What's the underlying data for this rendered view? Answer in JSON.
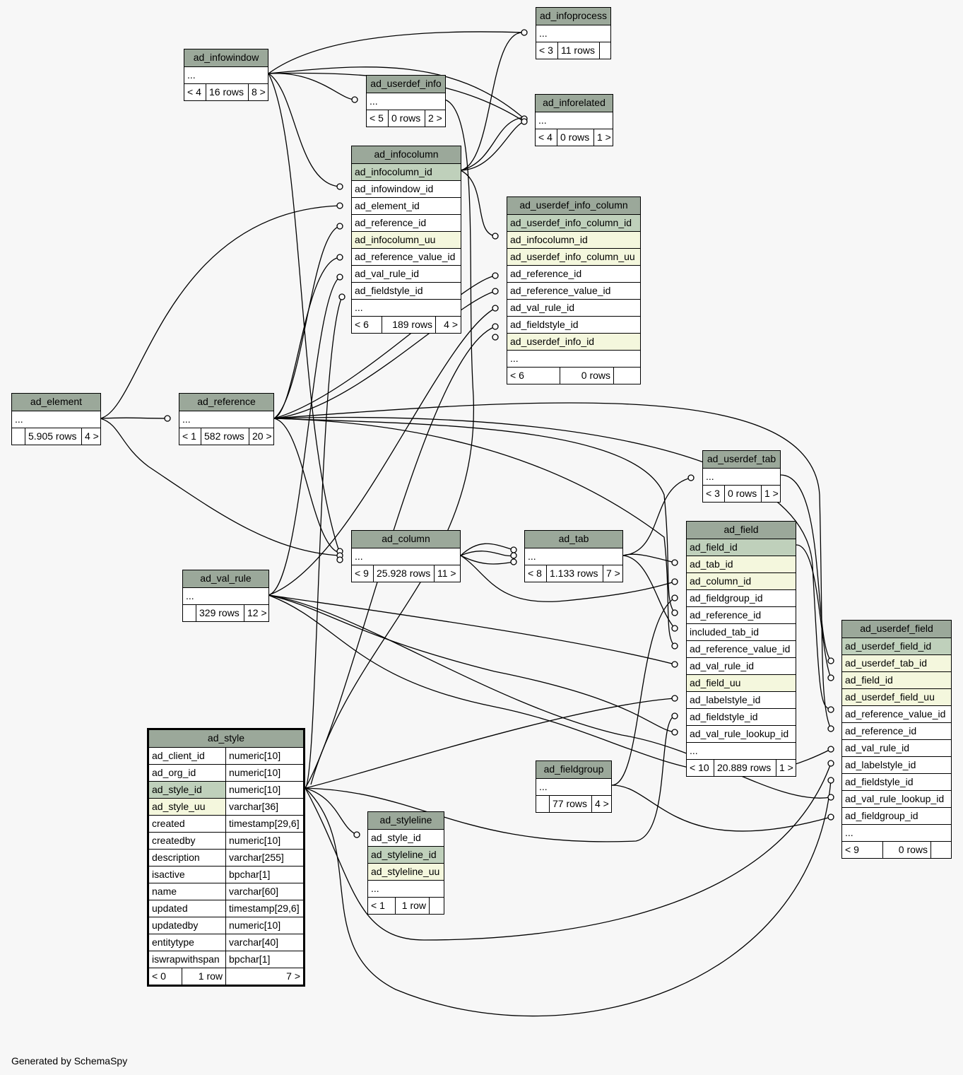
{
  "footer": "Generated by SchemaSpy",
  "tables": {
    "ad_infoprocess": {
      "name": "ad_infoprocess",
      "rows": [
        "..."
      ],
      "foot": [
        "< 3",
        "11 rows",
        ""
      ]
    },
    "ad_infowindow": {
      "name": "ad_infowindow",
      "rows": [
        "..."
      ],
      "foot": [
        "< 4",
        "16 rows",
        "8 >"
      ]
    },
    "ad_userdef_info": {
      "name": "ad_userdef_info",
      "rows": [
        "..."
      ],
      "foot": [
        "< 5",
        "0 rows",
        "2 >"
      ]
    },
    "ad_inforelated": {
      "name": "ad_inforelated",
      "rows": [
        "..."
      ],
      "foot": [
        "< 4",
        "0 rows",
        "1 >"
      ]
    },
    "ad_infocolumn": {
      "name": "ad_infocolumn",
      "rows": [
        "ad_infocolumn_id",
        "ad_infowindow_id",
        "ad_element_id",
        "ad_reference_id",
        "ad_infocolumn_uu",
        "ad_reference_value_id",
        "ad_val_rule_id",
        "ad_fieldstyle_id",
        "..."
      ],
      "foot": [
        "< 6",
        "189 rows",
        "4 >"
      ]
    },
    "ad_userdef_info_column": {
      "name": "ad_userdef_info_column",
      "rows": [
        "ad_userdef_info_column_id",
        "ad_infocolumn_id",
        "ad_userdef_info_column_uu",
        "ad_reference_id",
        "ad_reference_value_id",
        "ad_val_rule_id",
        "ad_fieldstyle_id",
        "ad_userdef_info_id",
        "..."
      ],
      "foot": [
        "< 6",
        "0 rows",
        ""
      ]
    },
    "ad_element": {
      "name": "ad_element",
      "rows": [
        "..."
      ],
      "foot": [
        "",
        "5.905 rows",
        "4 >"
      ]
    },
    "ad_reference": {
      "name": "ad_reference",
      "rows": [
        "..."
      ],
      "foot": [
        "< 1",
        "582 rows",
        "20 >"
      ]
    },
    "ad_userdef_tab": {
      "name": "ad_userdef_tab",
      "rows": [
        "..."
      ],
      "foot": [
        "< 3",
        "0 rows",
        "1 >"
      ]
    },
    "ad_column": {
      "name": "ad_column",
      "rows": [
        "..."
      ],
      "foot": [
        "< 9",
        "25.928 rows",
        "11 >"
      ]
    },
    "ad_tab": {
      "name": "ad_tab",
      "rows": [
        "..."
      ],
      "foot": [
        "< 8",
        "1.133 rows",
        "7 >"
      ]
    },
    "ad_field": {
      "name": "ad_field",
      "rows": [
        "ad_field_id",
        "ad_tab_id",
        "ad_column_id",
        "ad_fieldgroup_id",
        "ad_reference_id",
        "included_tab_id",
        "ad_reference_value_id",
        "ad_val_rule_id",
        "ad_field_uu",
        "ad_labelstyle_id",
        "ad_fieldstyle_id",
        "ad_val_rule_lookup_id",
        "..."
      ],
      "foot": [
        "< 10",
        "20.889 rows",
        "1 >"
      ]
    },
    "ad_val_rule": {
      "name": "ad_val_rule",
      "rows": [
        "..."
      ],
      "foot": [
        "",
        "329 rows",
        "12 >"
      ]
    },
    "ad_userdef_field": {
      "name": "ad_userdef_field",
      "rows": [
        "ad_userdef_field_id",
        "ad_userdef_tab_id",
        "ad_field_id",
        "ad_userdef_field_uu",
        "ad_reference_value_id",
        "ad_reference_id",
        "ad_val_rule_id",
        "ad_labelstyle_id",
        "ad_fieldstyle_id",
        "ad_val_rule_lookup_id",
        "ad_fieldgroup_id",
        "..."
      ],
      "foot": [
        "< 9",
        "0 rows",
        ""
      ]
    },
    "ad_fieldgroup": {
      "name": "ad_fieldgroup",
      "rows": [
        "..."
      ],
      "foot": [
        "",
        "77 rows",
        "4 >"
      ]
    },
    "ad_styleline": {
      "name": "ad_styleline",
      "rows": [
        "ad_style_id",
        "ad_styleline_id",
        "ad_styleline_uu",
        "..."
      ],
      "foot": [
        "< 1",
        "1 row",
        ""
      ]
    },
    "ad_style": {
      "name": "ad_style",
      "cols": [
        [
          "ad_client_id",
          "numeric[10]"
        ],
        [
          "ad_org_id",
          "numeric[10]"
        ],
        [
          "ad_style_id",
          "numeric[10]"
        ],
        [
          "ad_style_uu",
          "varchar[36]"
        ],
        [
          "created",
          "timestamp[29,6]"
        ],
        [
          "createdby",
          "numeric[10]"
        ],
        [
          "description",
          "varchar[255]"
        ],
        [
          "isactive",
          "bpchar[1]"
        ],
        [
          "name",
          "varchar[60]"
        ],
        [
          "updated",
          "timestamp[29,6]"
        ],
        [
          "updatedby",
          "numeric[10]"
        ],
        [
          "entitytype",
          "varchar[40]"
        ],
        [
          "iswrapwithspan",
          "bpchar[1]"
        ]
      ],
      "foot": [
        "< 0",
        "1 row",
        "7 >"
      ]
    }
  },
  "colors": {
    "header": "#9ba89a",
    "primary_key": "#bfd0bb",
    "indexed": "#f4f7dd",
    "background": "#f7f7f7"
  }
}
